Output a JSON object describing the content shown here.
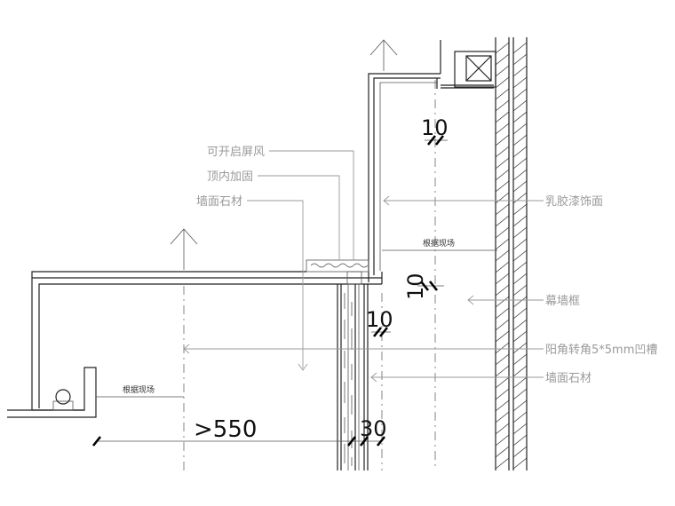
{
  "labels": {
    "openable_window": "可开启屏风",
    "top_reinforce": "顶内加固",
    "wall_stone_top": "墙面石材",
    "latex_paint": "乳胶漆饰面",
    "curtain_frame": "幕墙框",
    "corner_groove": "阳角转角5*5mm凹槽",
    "wall_stone_bottom": "墙面石材"
  },
  "dimensions": {
    "upper_ten": "10",
    "rotated_ten": "10",
    "middle_ten": "10",
    "thirty": "30",
    "greater_550": ">550",
    "site_right": "根据现场",
    "site_left": "根据现场"
  },
  "colors": {
    "line": "#222222",
    "label": "#9a9a9a",
    "background": "#ffffff"
  }
}
